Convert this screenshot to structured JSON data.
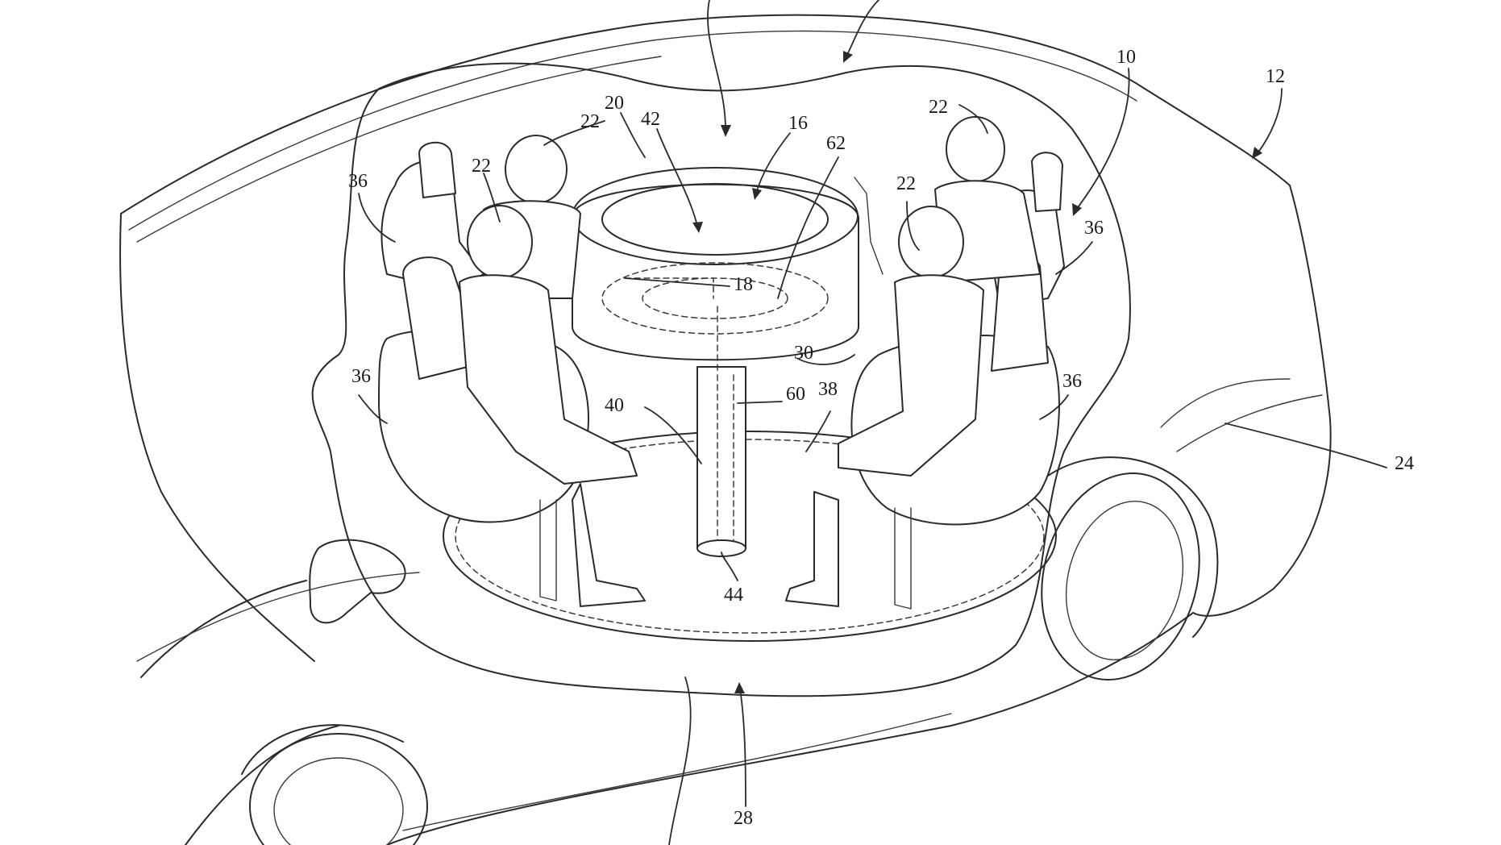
{
  "figure": {
    "labels": {
      "r10": "10",
      "r12": "12",
      "r16": "16",
      "r18": "18",
      "r20": "20",
      "r22a": "22",
      "r22b": "22",
      "r22c": "22",
      "r22d": "22",
      "r24": "24",
      "r28": "28",
      "r30": "30",
      "r36a": "36",
      "r36b": "36",
      "r36c": "36",
      "r36d": "36",
      "r38": "38",
      "r40": "40",
      "r42": "42",
      "r44": "44",
      "r60": "60",
      "r62": "62"
    }
  }
}
